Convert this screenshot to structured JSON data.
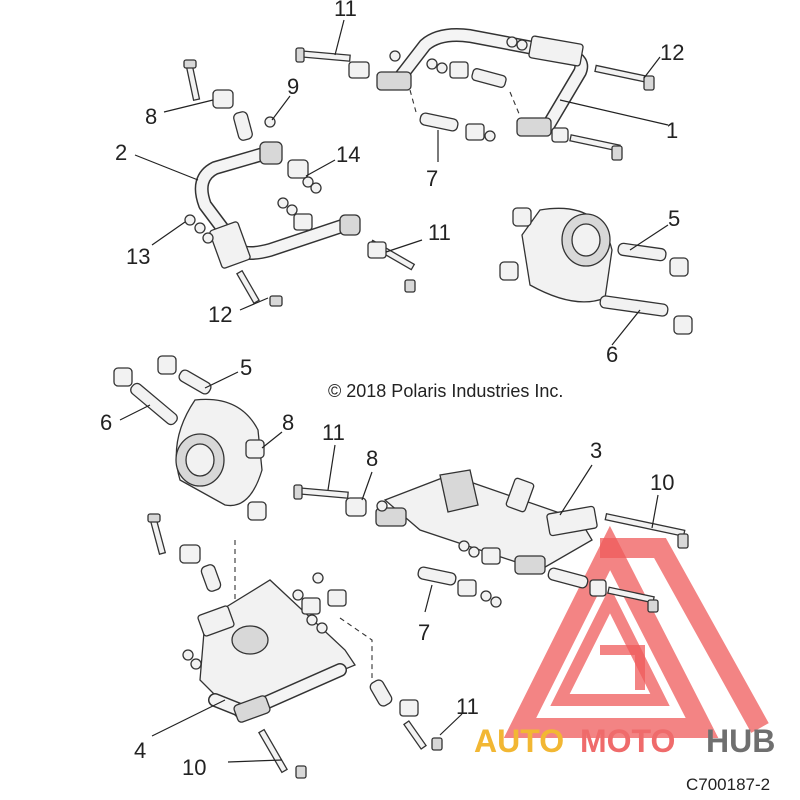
{
  "copyright": "© 2018 Polaris Industries Inc.",
  "diagram_code": "C700187-2",
  "watermark": {
    "part1": "AUTO",
    "part2": "MOTO",
    "part3": "HUB",
    "colors": {
      "auto": "#f2b733",
      "moto": "#ef6b6b",
      "hub": "#6f6f6f",
      "triangle": "#ef5b5b"
    }
  },
  "callouts": {
    "c11_top": "11",
    "c12_top": "12",
    "c1": "1",
    "c9": "9",
    "c8_top": "8",
    "c2": "2",
    "c14": "14",
    "c7_top": "7",
    "c5_top": "5",
    "c13": "13",
    "c11_mid": "11",
    "c12_mid": "12",
    "c6_top": "6",
    "c5_left": "5",
    "c6_left": "6",
    "c8_left": "8",
    "c11_low": "11",
    "c8_low": "8",
    "c3": "3",
    "c10_right": "10",
    "c7_low": "7",
    "c11_bottom": "11",
    "c4": "4",
    "c10_bottom": "10"
  }
}
